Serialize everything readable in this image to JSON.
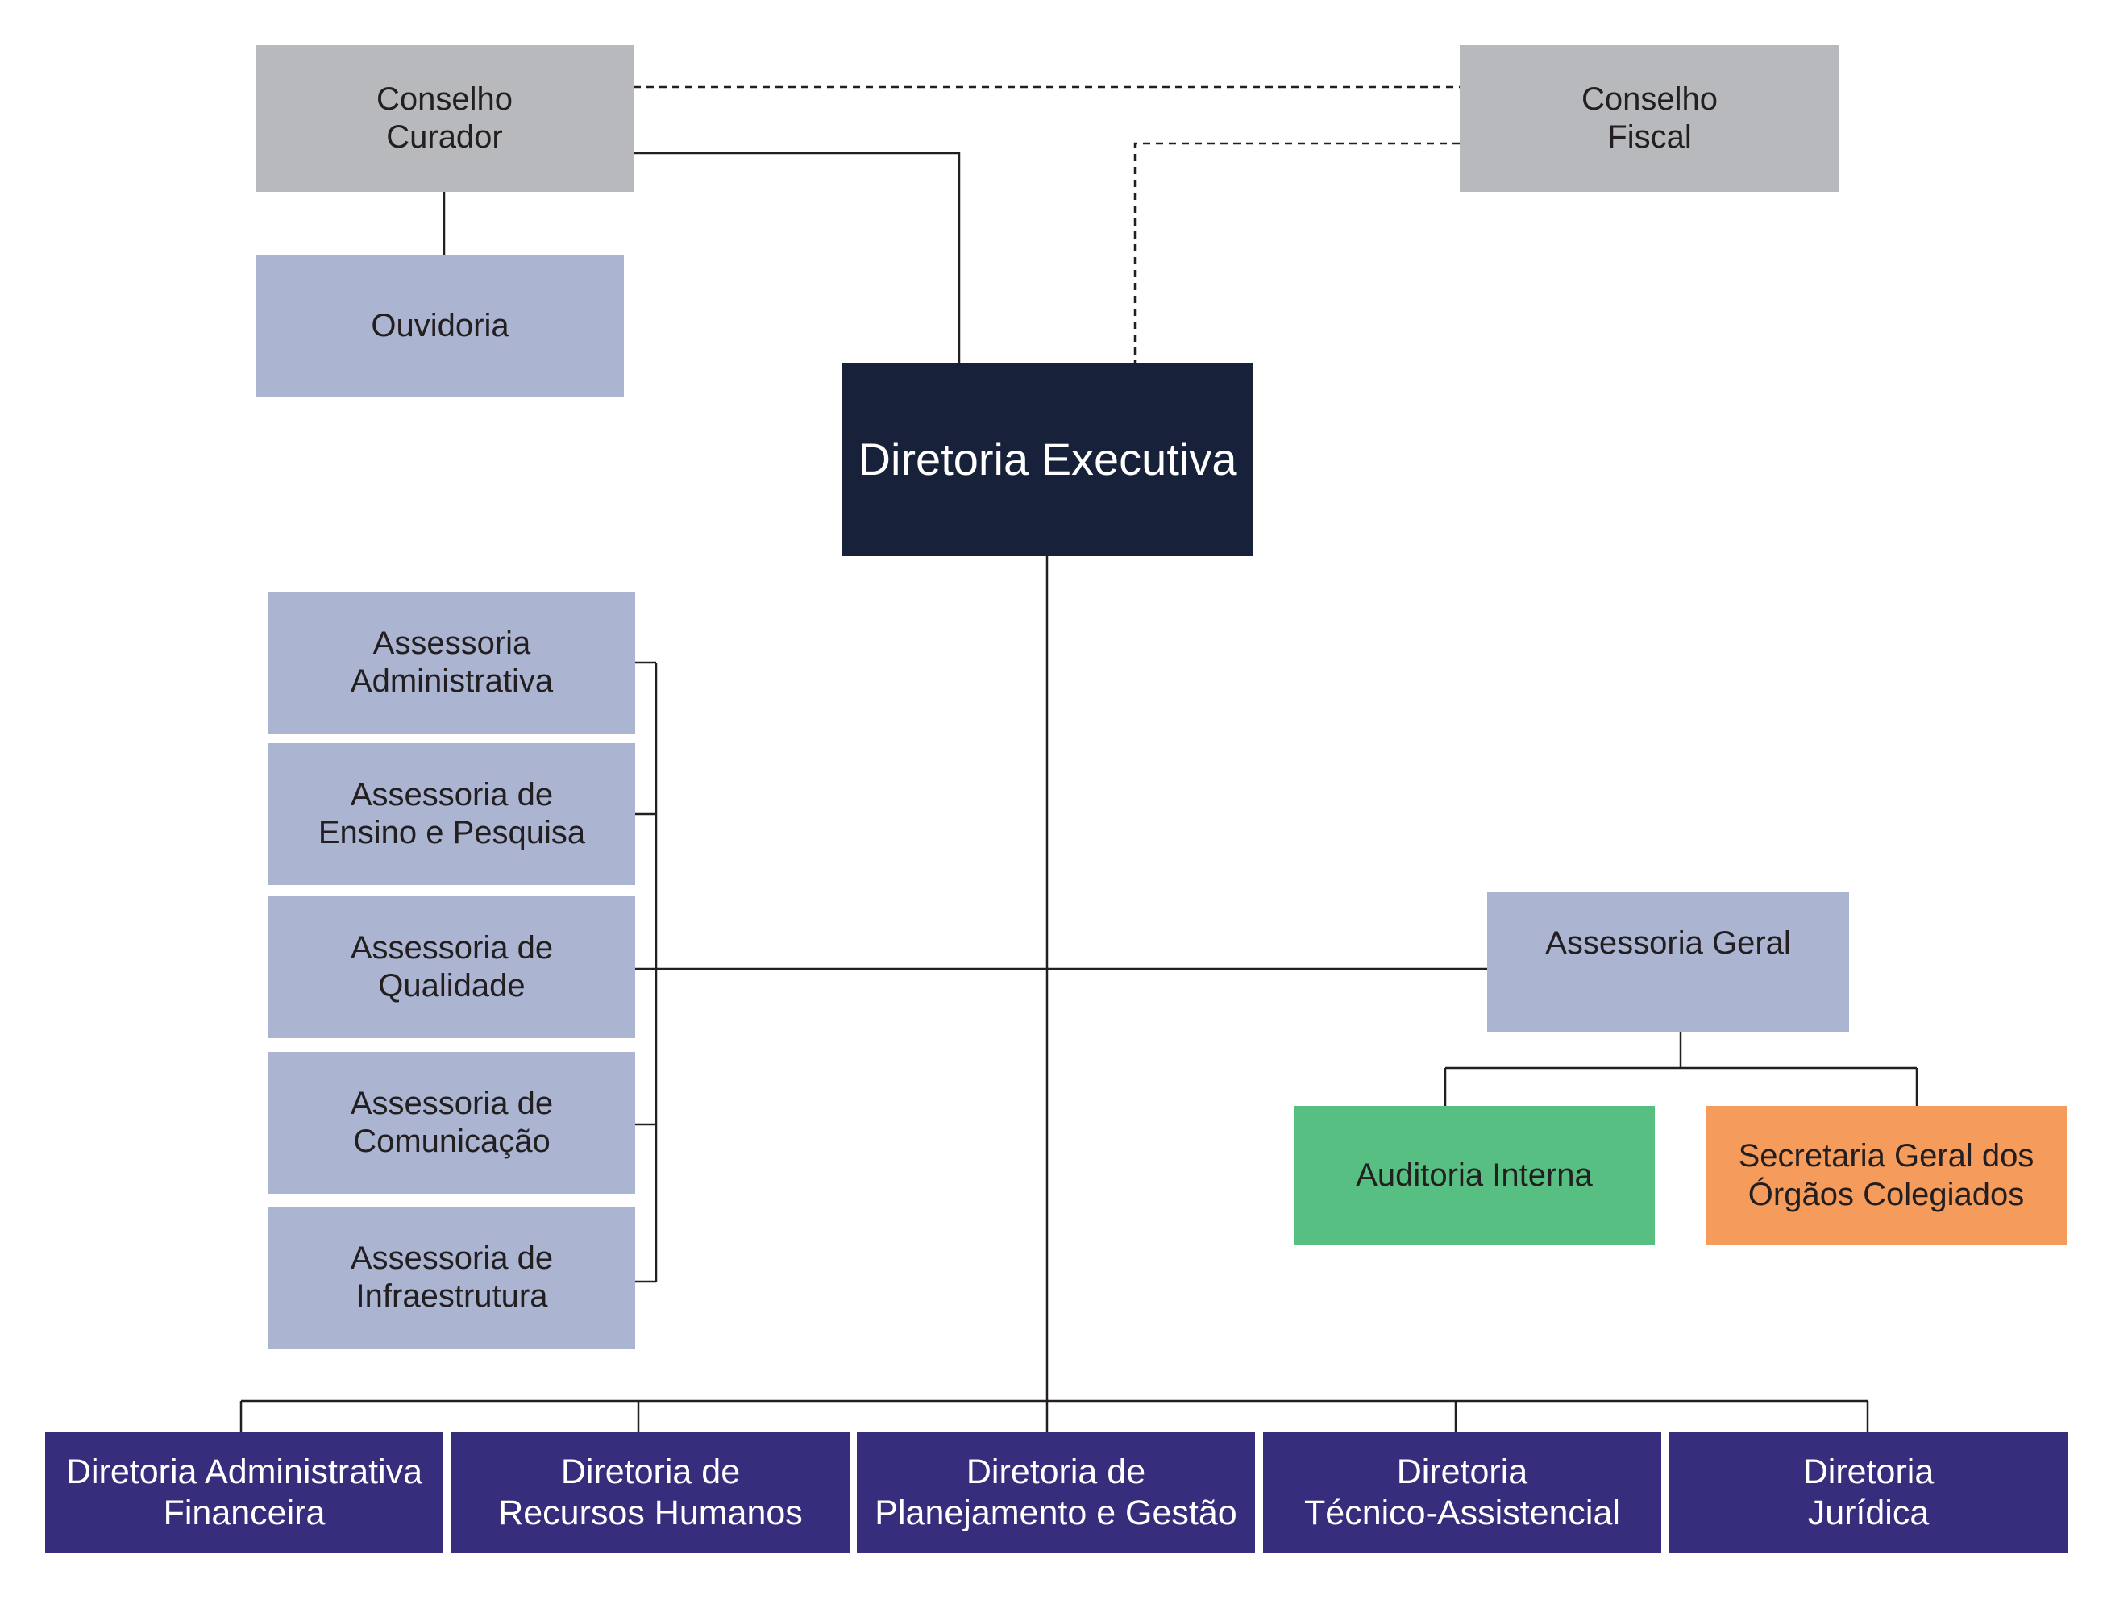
{
  "colors": {
    "council": "#b8b9bc",
    "staff": "#abb5d2",
    "executive": "#18213a",
    "audit": "#58bf82",
    "secretariat": "#f59b5c",
    "directorate": "#362d7c",
    "line": "#231f20"
  },
  "councils": {
    "curador": "Conselho\nCurador",
    "fiscal": "Conselho\nFiscal"
  },
  "ouvidoria": "Ouvidoria",
  "executive": "Diretoria Executiva",
  "advisories": [
    "Assessoria\nAdministrativa",
    "Assessoria de\nEnsino e Pesquisa",
    "Assessoria de\nQualidade",
    "Assessoria de\nComunicação",
    "Assessoria de\nInfraestrutura"
  ],
  "general_advisory": {
    "label": "Assessoria Geral",
    "audit": "Auditoria Interna",
    "secretariat": "Secretaria Geral dos\nÓrgãos Colegiados"
  },
  "directorates": [
    "Diretoria Administrativa\nFinanceira",
    "Diretoria de\nRecursos Humanos",
    "Diretoria de\nPlanejamento e Gestão",
    "Diretoria\nTécnico-Assistencial",
    "Diretoria\nJurídica"
  ]
}
